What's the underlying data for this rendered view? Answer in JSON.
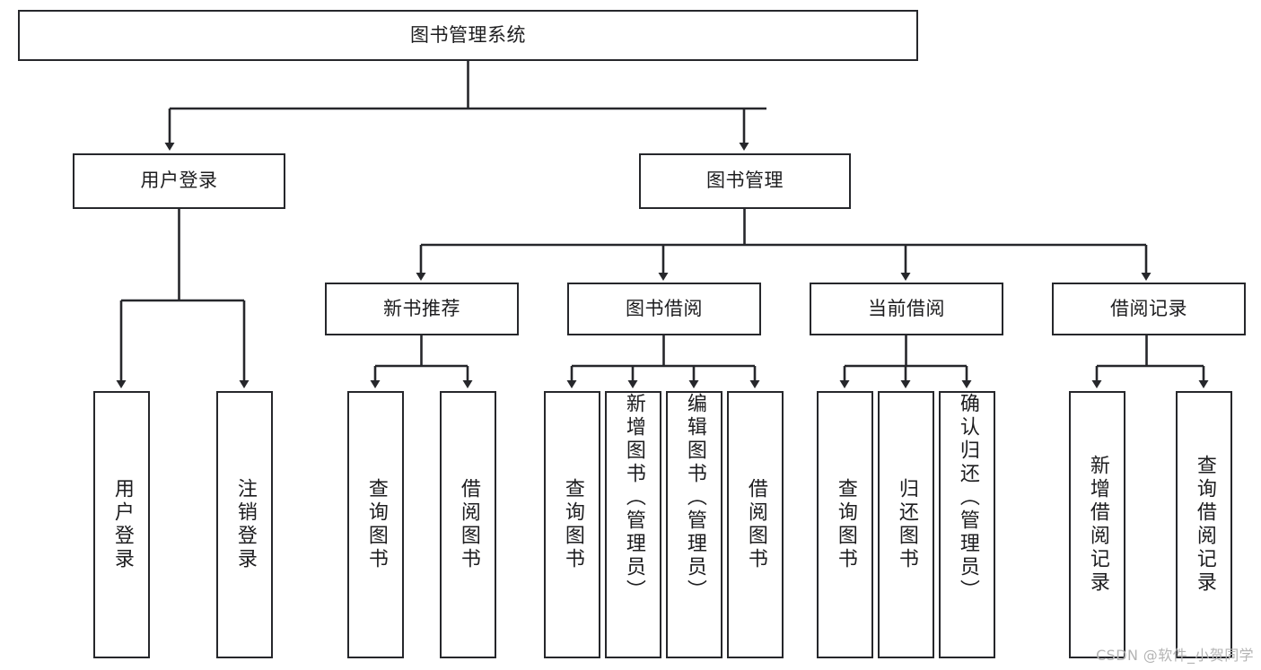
{
  "diagram": {
    "title": "图书管理系统",
    "type": "hierarchy-tree",
    "watermark": "CSDN @软件_小贺同学",
    "colors": {
      "stroke": "#26272b",
      "fill": "#ffffff",
      "text": "#1d1d1f",
      "watermark": "#b4b4b4"
    },
    "levels": {
      "root": {
        "label": "图书管理系统"
      },
      "level2": [
        {
          "id": "user-login",
          "label": "用户登录"
        },
        {
          "id": "book-manage",
          "label": "图书管理"
        }
      ],
      "level3": [
        {
          "id": "new-book-rec",
          "label": "新书推荐"
        },
        {
          "id": "book-borrow",
          "label": "图书借阅"
        },
        {
          "id": "current-borrow",
          "label": "当前借阅"
        },
        {
          "id": "borrow-record",
          "label": "借阅记录"
        }
      ],
      "leaves": {
        "user-login": [
          {
            "id": "leaf-user-login",
            "label": "用户登录"
          },
          {
            "id": "leaf-user-logout",
            "label": "注销登录"
          }
        ],
        "new-book-rec": [
          {
            "id": "leaf-query-book-1",
            "label": "查询图书"
          },
          {
            "id": "leaf-borrow-book-1",
            "label": "借阅图书"
          }
        ],
        "book-borrow": [
          {
            "id": "leaf-query-book-2",
            "label": "查询图书"
          },
          {
            "id": "leaf-add-book",
            "label": "新增图书（管理员）"
          },
          {
            "id": "leaf-edit-book",
            "label": "编辑图书（管理员）"
          },
          {
            "id": "leaf-borrow-book-2",
            "label": "借阅图书"
          }
        ],
        "current-borrow": [
          {
            "id": "leaf-query-book-3",
            "label": "查询图书"
          },
          {
            "id": "leaf-return-book",
            "label": "归还图书"
          },
          {
            "id": "leaf-confirm-return",
            "label": "确认归还（管理员）"
          }
        ],
        "borrow-record": [
          {
            "id": "leaf-add-record",
            "label": "新增借阅记录"
          },
          {
            "id": "leaf-query-record",
            "label": "查询借阅记录"
          }
        ]
      }
    }
  }
}
